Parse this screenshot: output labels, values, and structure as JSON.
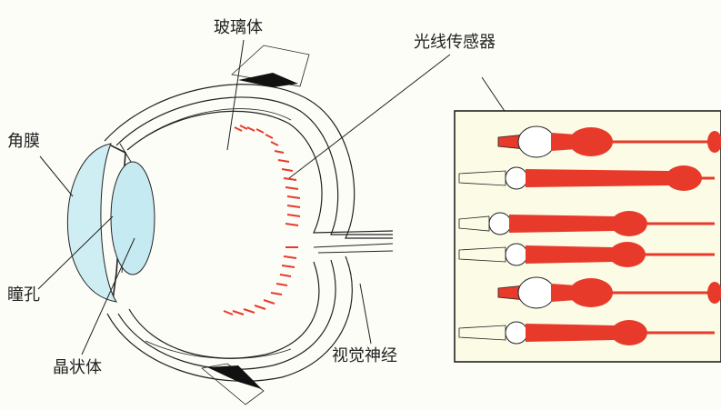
{
  "labels": {
    "vitreous": "玻璃体",
    "photoreceptor": "光线传感器",
    "cornea": "角膜",
    "pupil": "瞳孔",
    "lens": "晶状体",
    "optic_nerve": "视觉神经"
  },
  "colors": {
    "background": "#fdfdf8",
    "cornea_fill": "#cfeef3",
    "lens_fill": "#c6eaf1",
    "receptor_red": "#e83a2a",
    "panel_fill": "#fbfbe6",
    "outline": "#222222",
    "muscle": "#111111"
  }
}
